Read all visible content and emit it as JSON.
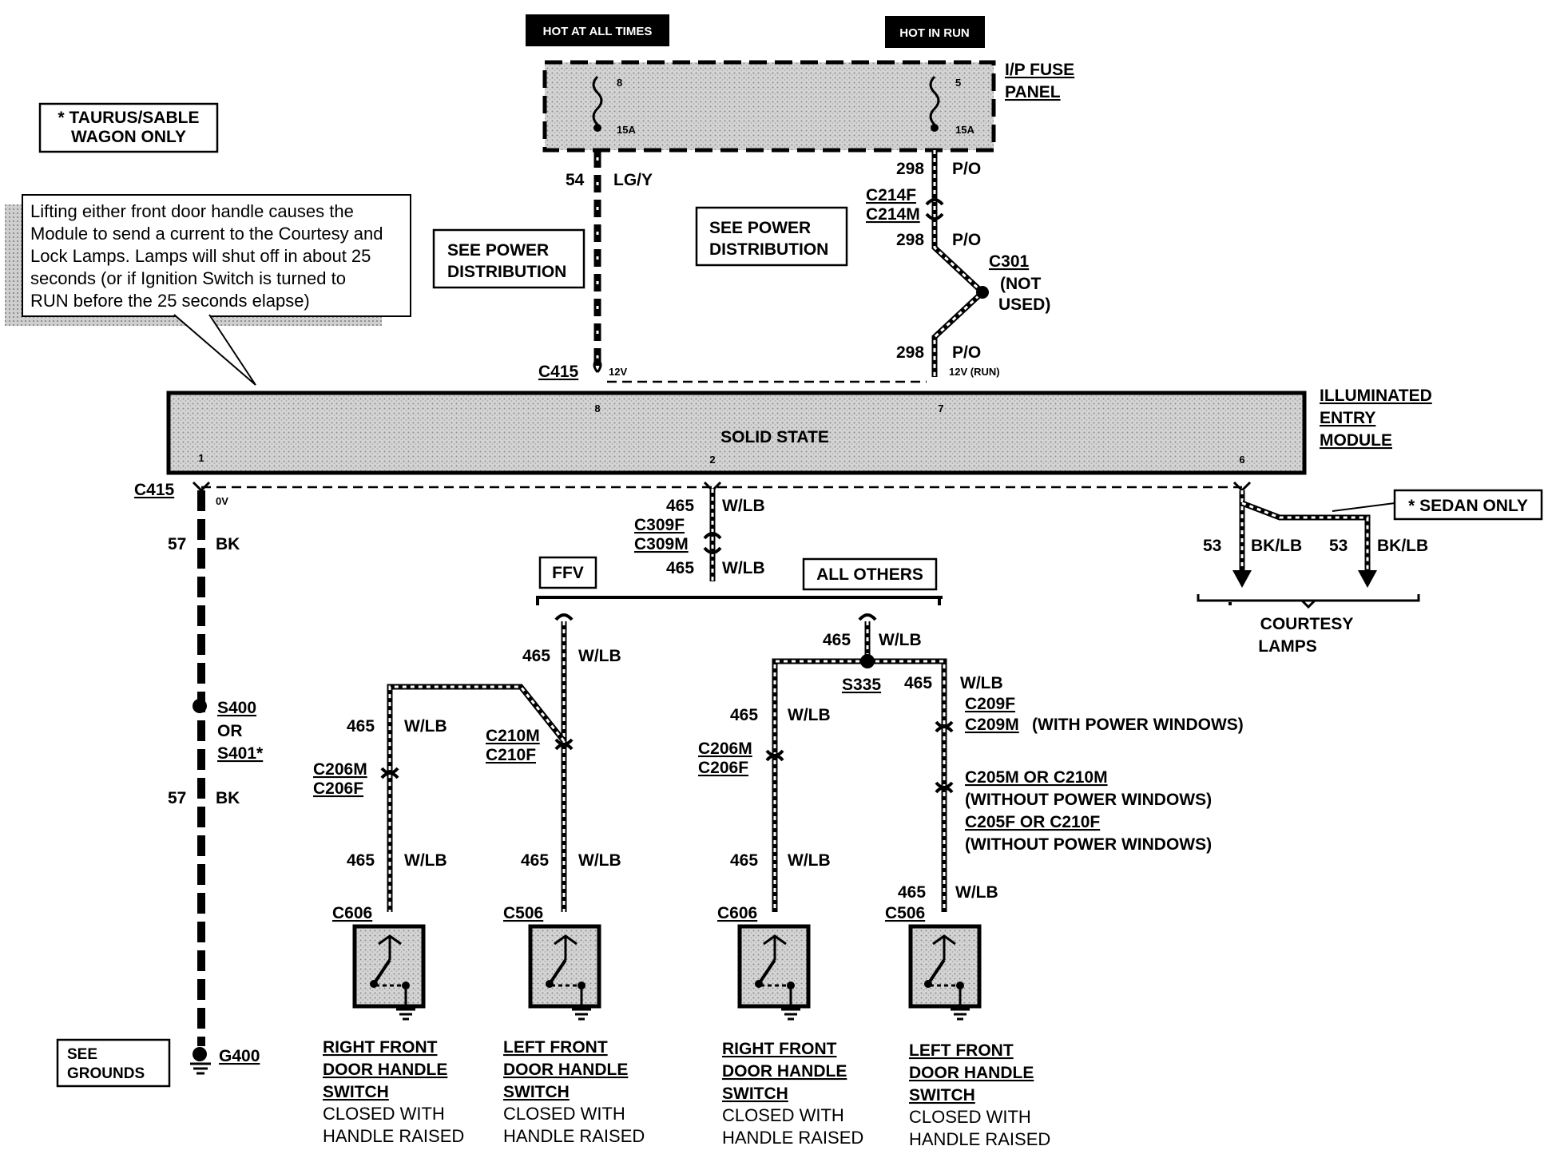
{
  "header": {
    "hot_at_all_times": "HOT AT ALL TIMES",
    "hot_in_run": "HOT IN RUN"
  },
  "fuse_panel": {
    "title_line1": "I/P FUSE",
    "title_line2": "PANEL",
    "fuse_left_num": "8",
    "fuse_left_amp": "15A",
    "fuse_right_num": "5",
    "fuse_right_amp": "15A"
  },
  "notes": {
    "taurus_line1": "* TAURUS/SABLE",
    "taurus_line2": "WAGON ONLY",
    "callout_lines": [
      "Lifting either front door handle causes the",
      "Module to send a current to the Courtesy and",
      "Lock Lamps. Lamps will shut off in about 25",
      "seconds (or if Ignition Switch is turned to",
      "RUN before the 25 seconds elapse)"
    ],
    "see_power_1_line1": "SEE POWER",
    "see_power_1_line2": "DISTRIBUTION",
    "see_power_2_line1": "SEE POWER",
    "see_power_2_line2": "DISTRIBUTION",
    "sedan_only": "* SEDAN ONLY",
    "ffv": "FFV",
    "all_others": "ALL OTHERS",
    "see_grounds_line1": "SEE",
    "see_grounds_line2": "GROUNDS"
  },
  "circuits": {
    "c54": "54",
    "c54_color": "LG/Y",
    "c298": "298",
    "c298_color": "P/O",
    "c465": "465",
    "c465_color": "W/LB",
    "c57": "57",
    "c57_color": "BK",
    "c53": "53",
    "c53_color": "BK/LB"
  },
  "connectors": {
    "c214f": "C214F",
    "c214m": "C214M",
    "c301": "C301",
    "not_used_1": "(NOT",
    "not_used_2": "USED)",
    "c415": "C415",
    "c309f": "C309F",
    "c309m": "C309M",
    "s335": "S335",
    "s400": "S400",
    "or": "OR",
    "s401": "S401*",
    "g400": "G400",
    "c206m": "C206M",
    "c206f": "C206F",
    "c210m": "C210M",
    "c210f": "C210F",
    "c209f": "C209F",
    "c209m_note": "C209M",
    "with_pw": "(WITH POWER WINDOWS)",
    "c205m_c210m": "C205M OR C210M",
    "without_pw_1": "(WITHOUT POWER WINDOWS)",
    "c205f_c210f": "C205F OR C210F",
    "without_pw_2": "(WITHOUT POWER WINDOWS)",
    "c606": "C606",
    "c506": "C506"
  },
  "module": {
    "title_line1": "ILLUMINATED",
    "title_line2": "ENTRY",
    "title_line3": "MODULE",
    "center": "SOLID STATE",
    "pin8": "8",
    "pin7": "7",
    "pin1": "1",
    "pin2": "2",
    "pin6": "6",
    "v12": "12V",
    "v12run": "12V (RUN)",
    "v0": "0V"
  },
  "courtesy": {
    "line1": "COURTESY",
    "line2": "LAMPS"
  },
  "switches": [
    {
      "l1": "RIGHT FRONT",
      "l2": "DOOR HANDLE",
      "l3": "SWITCH",
      "l4": "CLOSED WITH",
      "l5": "HANDLE RAISED"
    },
    {
      "l1": "LEFT FRONT",
      "l2": "DOOR HANDLE",
      "l3": "SWITCH",
      "l4": "CLOSED WITH",
      "l5": "HANDLE RAISED"
    },
    {
      "l1": "RIGHT FRONT",
      "l2": "DOOR HANDLE",
      "l3": "SWITCH",
      "l4": "CLOSED WITH",
      "l5": "HANDLE RAISED"
    },
    {
      "l1": "LEFT FRONT",
      "l2": "DOOR HANDLE",
      "l3": "SWITCH",
      "l4": "CLOSED WITH",
      "l5": "HANDLE RAISED"
    }
  ]
}
